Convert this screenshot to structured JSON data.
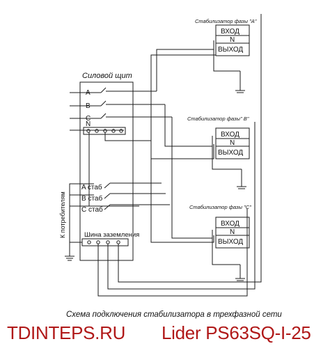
{
  "panel": {
    "title": "Силовой щит",
    "phases": [
      "A",
      "B",
      "C"
    ],
    "neutral": "N",
    "stab_inputs": [
      "A стаб",
      "B стаб",
      "C стаб"
    ],
    "ground_bus": "Шина заземления"
  },
  "consumers_label": "К потребителям",
  "stabilizers": [
    {
      "title": "Стабилизатор фазы \"A\"",
      "in": "ВХОД",
      "n": "N",
      "out": "ВЫХОД"
    },
    {
      "title": "Стабилизатор фазы\" B\"",
      "in": "ВХОД",
      "n": "N",
      "out": "ВЫХОД"
    },
    {
      "title": "Стабилизатор фазы \"C\"",
      "in": "ВХОД",
      "n": "N",
      "out": "ВЫХОД"
    }
  ],
  "caption": "Схема подключения стабилизатора в трехфазной сети",
  "footer": {
    "site": "TDINTEPS.RU",
    "model": "Lider PS63SQ-I-25",
    "color": "#b01818"
  }
}
